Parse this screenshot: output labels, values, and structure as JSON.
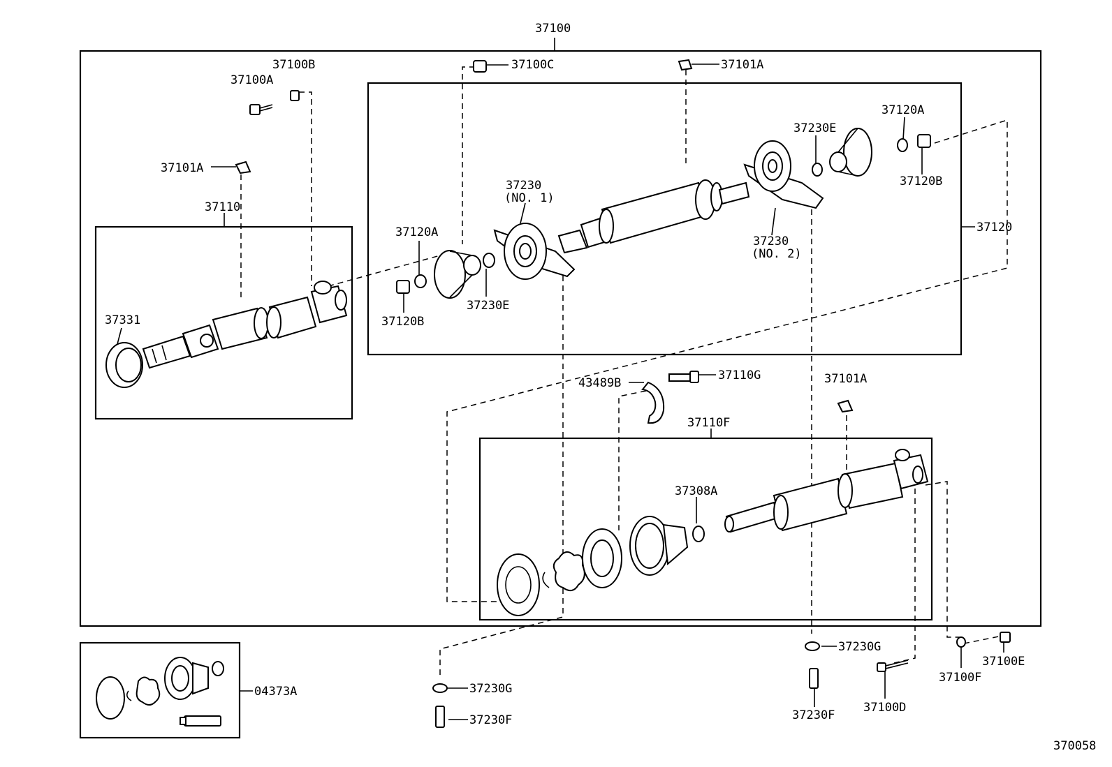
{
  "labels": {
    "assembly": "37100",
    "bolt_a": "37100A",
    "nut_b": "37100B",
    "nut_c": "37100C",
    "bolt_d": "37100D",
    "nut_e": "37100E",
    "washer_f": "37100F",
    "clip_top": "37101A",
    "clip_left": "37101A",
    "clip_right": "37101A",
    "front_shaft": "37110",
    "bolt_110g": "37110G",
    "rear_shaft": "37110F",
    "rear_center_shaft": "37120",
    "flange_left": "37120A",
    "nut_left": "37120B",
    "flange_right": "37120A",
    "nut_right": "37120B",
    "bearing_no1_num": "37230",
    "bearing_no1_sub": "(NO. 1)",
    "bearing_no2_num": "37230",
    "bearing_no2_sub": "(NO. 2)",
    "washer_230e_left": "37230E",
    "washer_230e_right": "37230E",
    "washer_230g_left": "37230G",
    "washer_230g_right": "37230G",
    "bolt_230f_left": "37230F",
    "bolt_230f_right": "37230F",
    "boot": "37331",
    "snap_ring": "37308A",
    "retainer": "43489B",
    "repair_kit": "04373A",
    "diagram_number": "370058"
  }
}
